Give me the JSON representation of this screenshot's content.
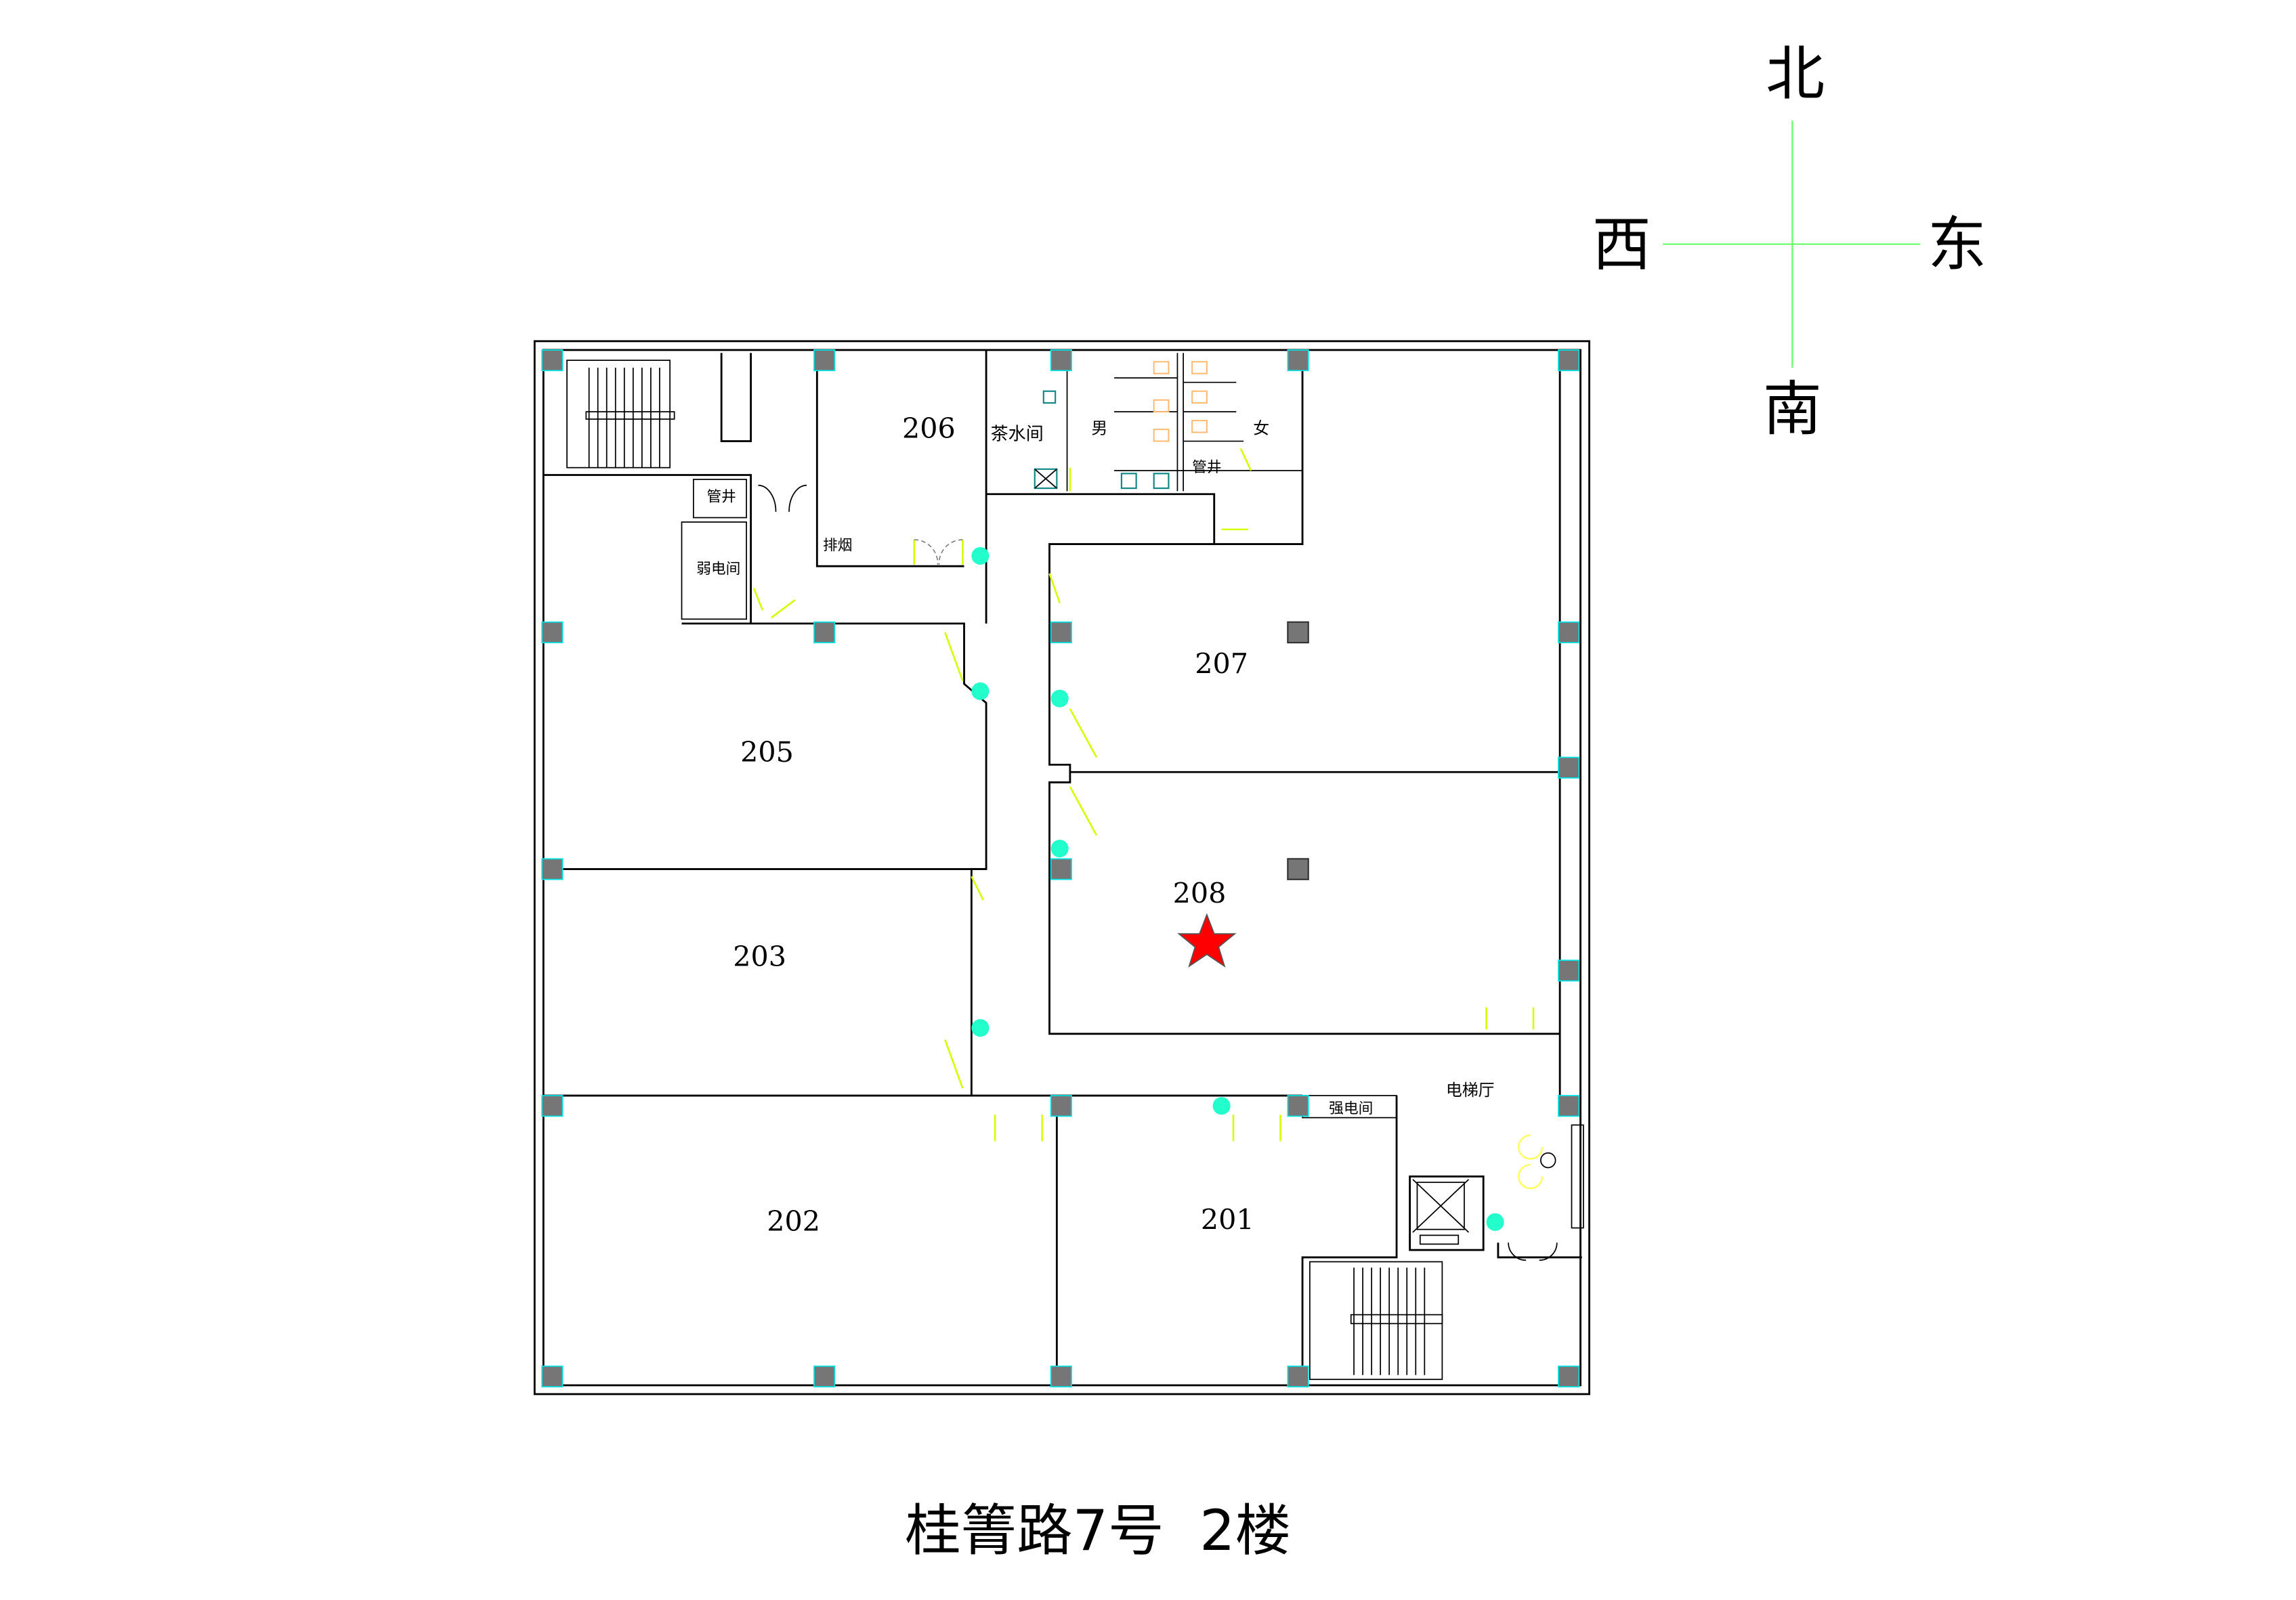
{
  "title": "桂箐路7号  2楼",
  "compass": {
    "north": "北",
    "south": "南",
    "east": "东",
    "west": "西",
    "axis_color": "#66ff66"
  },
  "rooms": {
    "r206": "206",
    "r207": "207",
    "r205": "205",
    "r208": "208",
    "r203": "203",
    "r202": "202",
    "r201": "201"
  },
  "facilities": {
    "pantry": "茶水间",
    "men": "男",
    "women": "女",
    "shaft_west": "管井",
    "shaft_east": "管井",
    "smoke_exhaust": "排烟",
    "low_voltage_room": "弱电间",
    "electrical_room": "强电间",
    "elevator_lobby": "电梯厅"
  },
  "marker": {
    "room": "208",
    "icon": "star-icon",
    "color": "#ff0000"
  },
  "colors": {
    "column": "#767676",
    "column_edge": "#00e5e5",
    "door": "#d4ff00",
    "plant": "#22ffcc"
  }
}
